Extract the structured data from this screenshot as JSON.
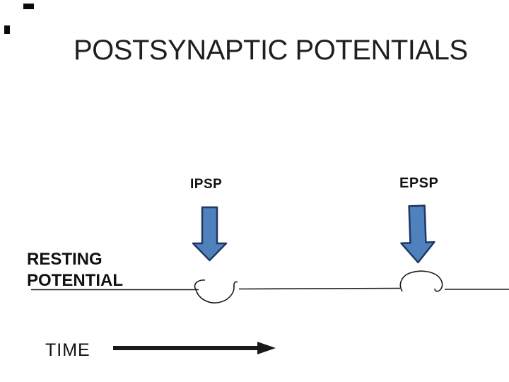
{
  "slide": {
    "title": "POSTSYNAPTIC POTENTIALS",
    "labels": {
      "ipsp": "IPSP",
      "epsp": "EPSP",
      "resting_line1": "RESTING",
      "resting_line2": "POTENTIAL",
      "time": "TIME"
    },
    "figure": {
      "baseline": "resting potential line",
      "ipsp_deflection": "dip below baseline under IPSP arrow",
      "epsp_deflection": "bump above baseline under EPSP arrow",
      "time_axis": "black arrow pointing right"
    }
  },
  "colors": {
    "background": "#ffffff",
    "title": "#1f1f1f",
    "text": "#111111",
    "line": "#1a1a1a",
    "arrow_fill": "#4f81bd",
    "arrow_stroke": "#1f3864",
    "artifact": "#0a0a0a"
  }
}
